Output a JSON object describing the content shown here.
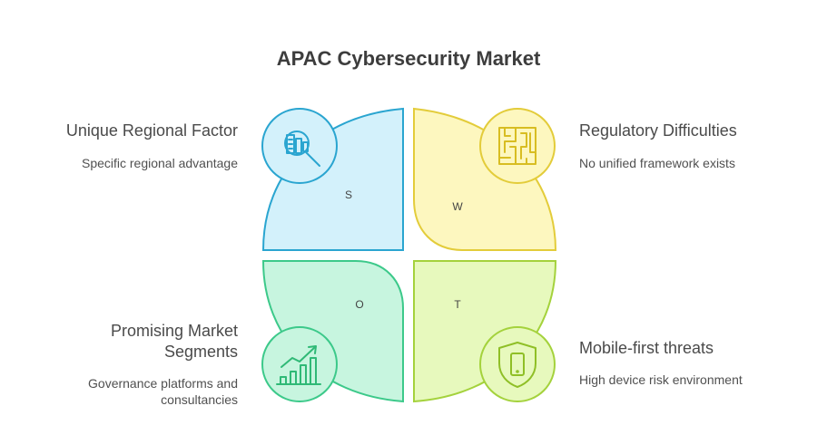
{
  "title": "APAC Cybersecurity Market",
  "quadrants": {
    "s": {
      "letter": "S",
      "heading": "Unique Regional Factor",
      "description": "Specific regional advantage",
      "icon": "magnifier-chart-icon",
      "fill": "#d3f1fb",
      "stroke": "#2aa5d0"
    },
    "w": {
      "letter": "W",
      "heading": "Regulatory Difficulties",
      "description": "No unified framework exists",
      "icon": "maze-icon",
      "fill": "#fdf7bf",
      "stroke": "#e3cc3a"
    },
    "o": {
      "letter": "O",
      "heading": "Promising Market Segments",
      "description": "Governance platforms and consultancies",
      "icon": "growth-chart-icon",
      "fill": "#c7f5df",
      "stroke": "#3cc98a"
    },
    "t": {
      "letter": "T",
      "heading": "Mobile-first threats",
      "description": "High device risk environment",
      "icon": "shield-phone-icon",
      "fill": "#e7f9bd",
      "stroke": "#a4d23c"
    }
  }
}
